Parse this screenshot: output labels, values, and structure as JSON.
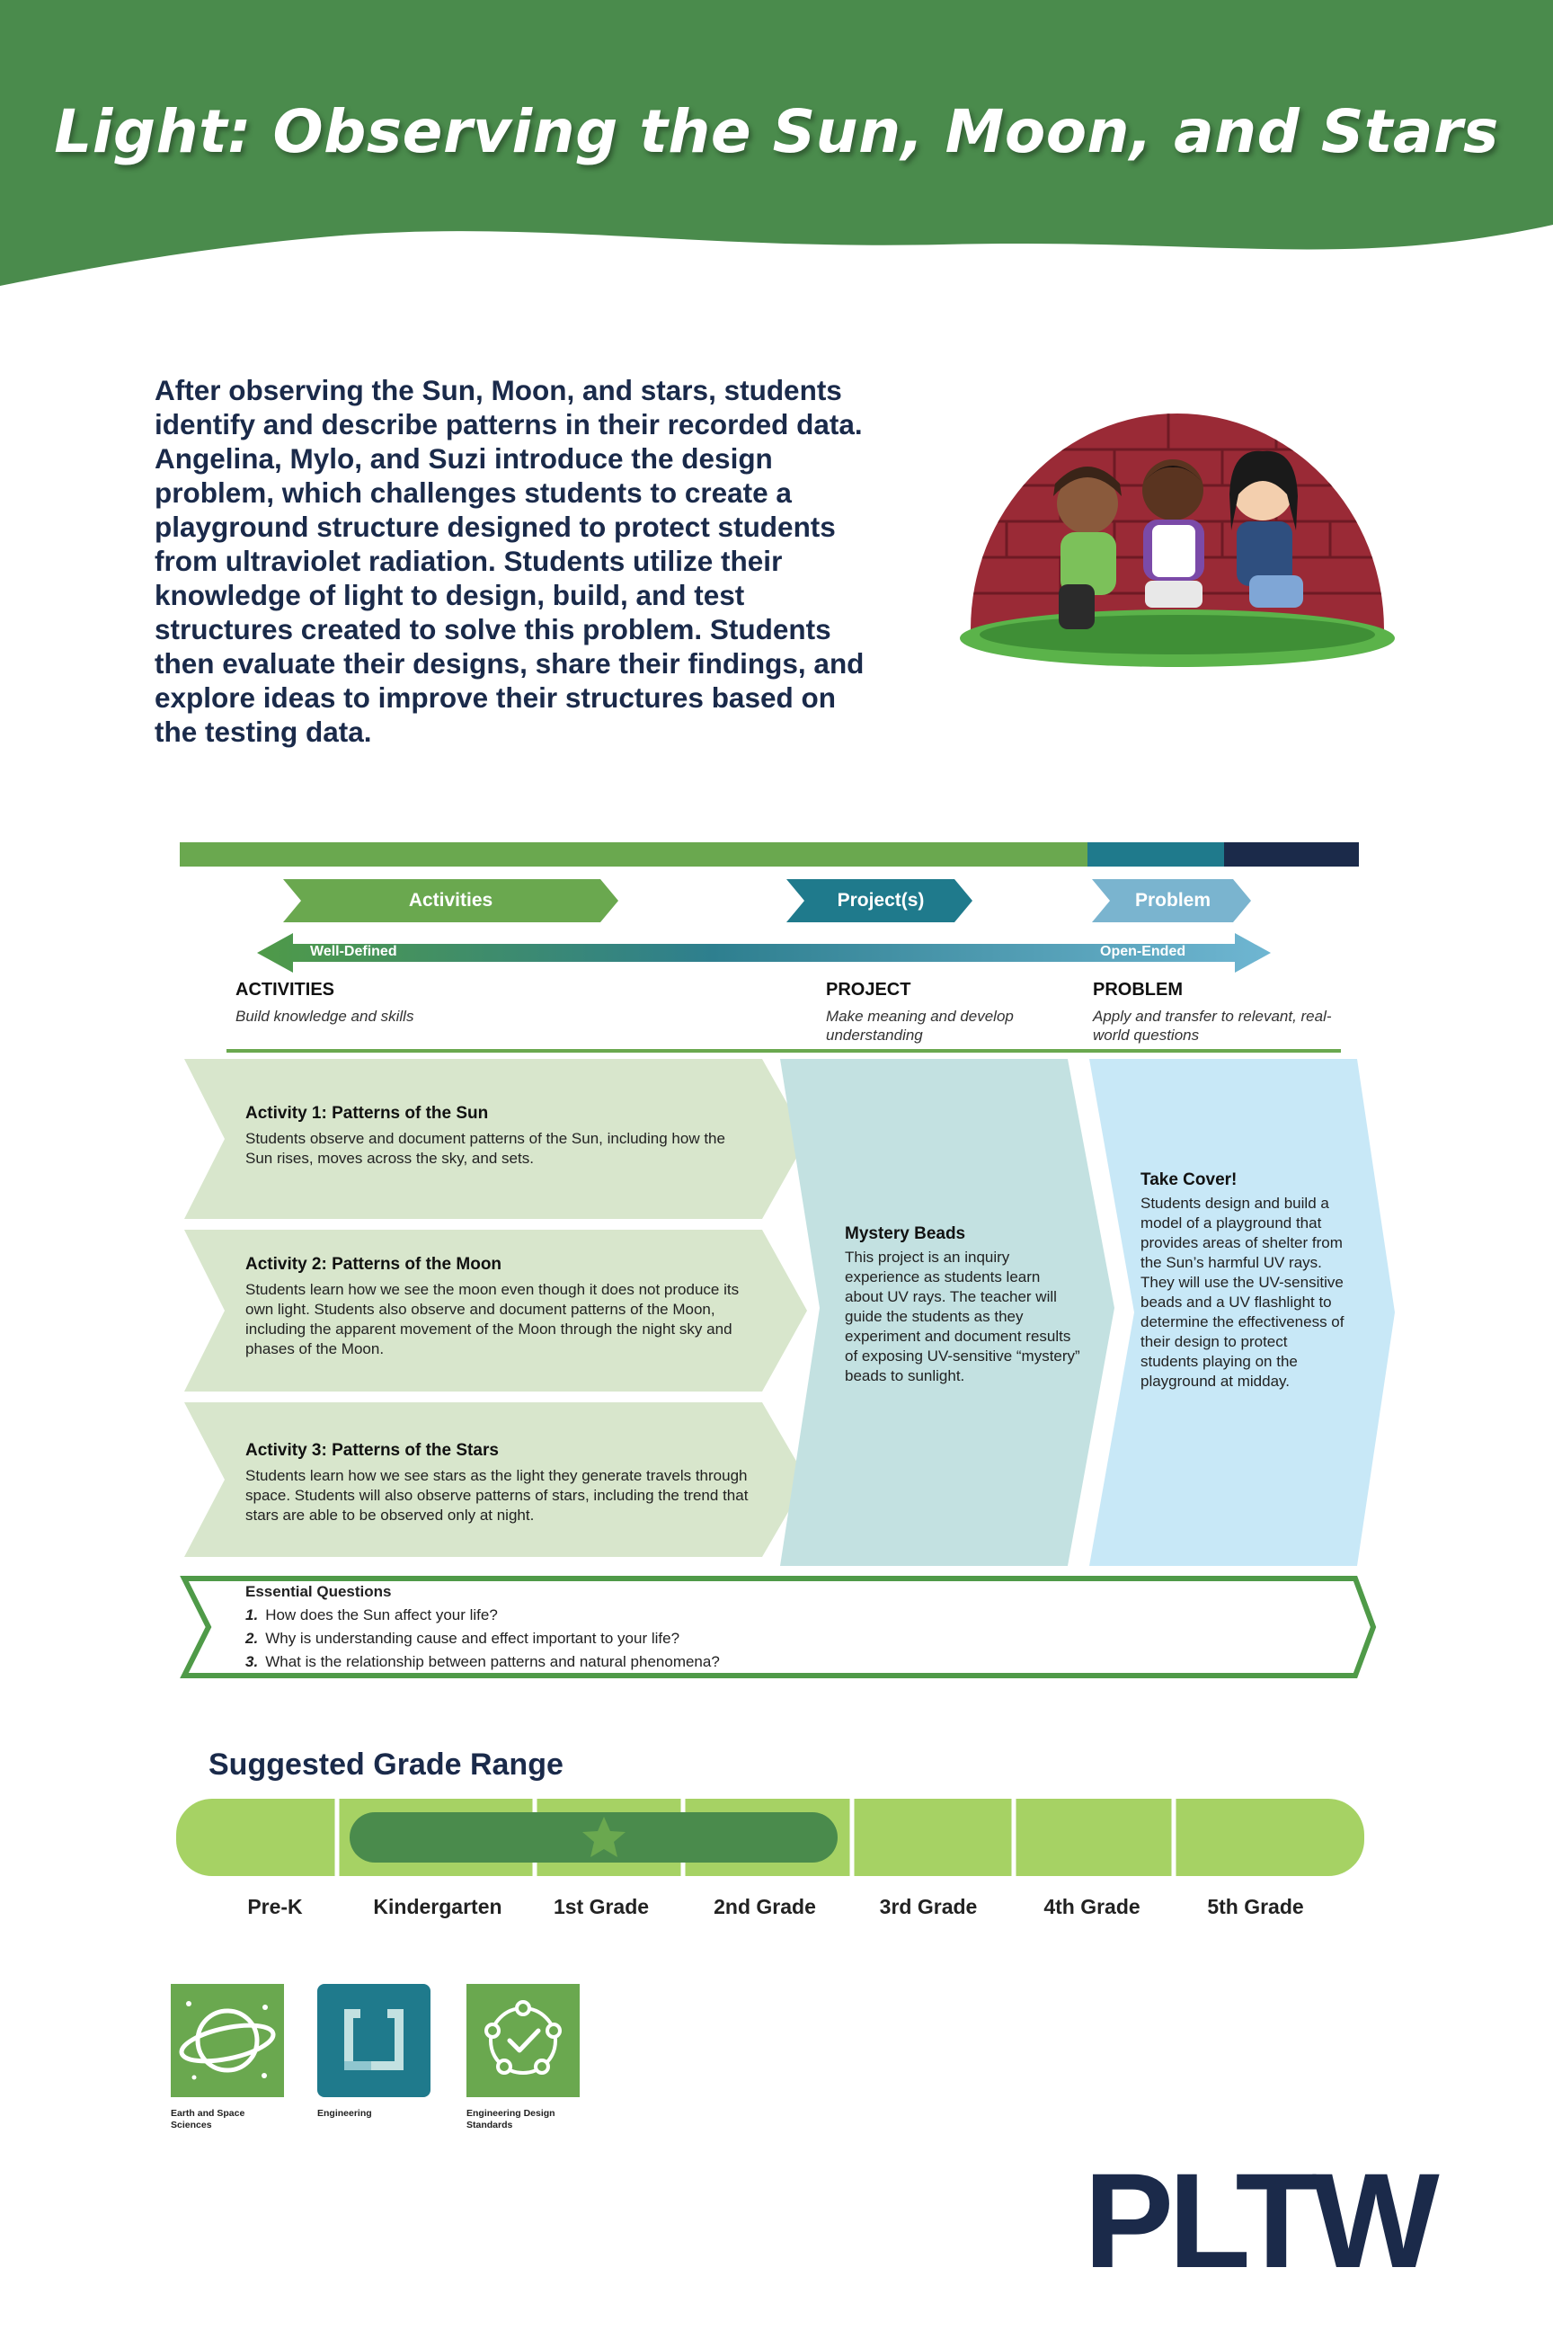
{
  "title": "Light: Observing the Sun, Moon, and Stars",
  "intro": "After observing the Sun, Moon, and stars, students identify and describe patterns in their recorded data. Angelina, Mylo, and Suzi introduce the design problem, which challenges students to create a playground structure designed to protect students from ultraviolet radiation. Students utilize their knowledge of light to design, build, and test structures created to solve this problem. Students then evaluate their designs, share their findings, and explore ideas to improve their structures based on the testing data.",
  "flow": {
    "pills": {
      "activities": "Activities",
      "projects": "Project(s)",
      "problem": "Problem"
    },
    "arrow": {
      "left": "Well-Defined",
      "right": "Open-Ended"
    },
    "categories": [
      {
        "label": "ACTIVITIES",
        "desc": "Build knowledge and skills"
      },
      {
        "label": "PROJECT",
        "desc": "Make meaning and develop understanding"
      },
      {
        "label": "PROBLEM",
        "desc": "Apply and transfer to relevant, real-world questions"
      }
    ]
  },
  "activities": [
    {
      "title": "Activity 1: Patterns of the Sun",
      "text": "Students observe and document patterns of the Sun, including how the Sun rises, moves across the sky, and sets."
    },
    {
      "title": "Activity 2: Patterns of the Moon",
      "text": "Students learn how we see the moon even though it does not produce its own light. Students also observe and document patterns of the Moon, including the apparent movement of the Moon through the night sky and phases of the Moon."
    },
    {
      "title": "Activity 3: Patterns of the Stars",
      "text": "Students learn how we see stars as the light they generate travels through space. Students will also observe patterns of stars, including the trend that stars are able to be observed only at night."
    }
  ],
  "project": {
    "title": "Mystery Beads",
    "text": "This project is an inquiry experience as students learn about UV rays. The teacher will guide the students as they experiment and document results of exposing UV-sensitive “mystery” beads to sunlight."
  },
  "problem": {
    "title": "Take Cover!",
    "text": "Students design and build a model of a playground that provides areas of shelter from the Sun’s harmful UV rays. They will use the UV-sensitive beads and a UV flashlight to determine the effectiveness of their design to protect students playing on the playground at midday."
  },
  "essential_questions": {
    "heading": "Essential Questions",
    "items": [
      {
        "n": "1.",
        "q": "How does the Sun affect your life?"
      },
      {
        "n": "2.",
        "q": "Why is understanding cause and effect important to your life?"
      },
      {
        "n": "3.",
        "q": "What is the relationship between patterns and natural phenomena?"
      }
    ]
  },
  "grade_range": {
    "title": "Suggested Grade Range",
    "grades": [
      "Pre-K",
      "Kindergarten",
      "1st Grade",
      "2nd Grade",
      "3rd Grade",
      "4th Grade",
      "5th Grade"
    ],
    "highlight_from": "Kindergarten",
    "highlight_to": "2nd Grade",
    "star_at": "1st Grade"
  },
  "subject_icons": [
    {
      "label": "Earth and Space Sciences",
      "icon": "planet-icon",
      "color": "#6aa84f"
    },
    {
      "label": "Engineering",
      "icon": "engineering-bracket-icon",
      "color": "#1f7a8c"
    },
    {
      "label": "Engineering Design Standards",
      "icon": "design-cycle-check-icon",
      "color": "#6aa84f"
    }
  ],
  "logo": "PLTW",
  "colors": {
    "header_green": "#4a8b4c",
    "activity_green": "#d8e6cc",
    "project_teal": "#c3e1e1",
    "problem_blue": "#c8e8f7",
    "grade_light": "#a6d264",
    "grade_dark": "#4a8b4c",
    "navy": "#1b2a4a"
  }
}
